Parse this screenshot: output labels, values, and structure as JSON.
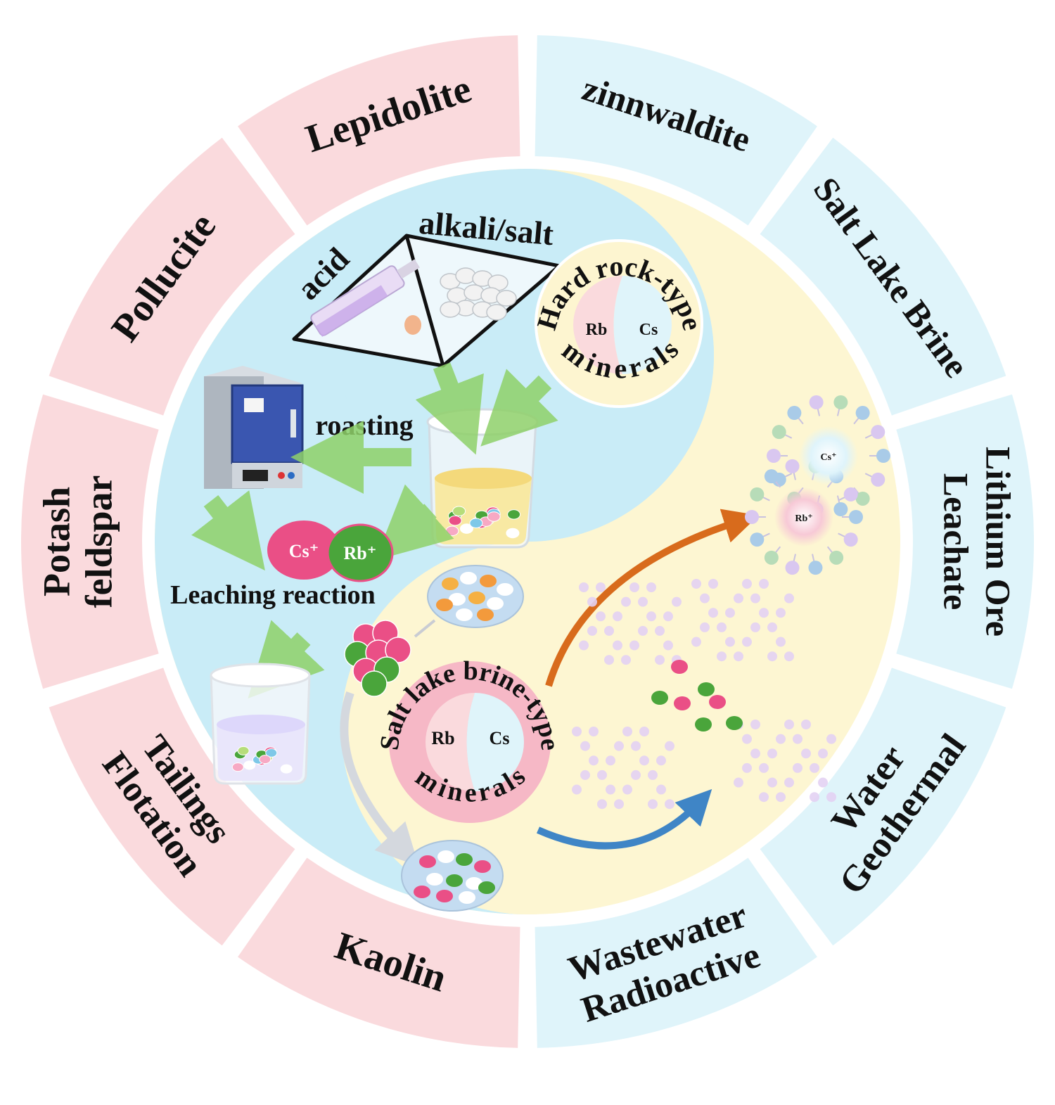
{
  "outer_ring": {
    "pink_segments": [
      "Lepidolite",
      "Pollucite",
      "Potash",
      "feldspar",
      "Flotation",
      "Tailings",
      "Kaolin"
    ],
    "blue_segments": [
      "zinnwaldite",
      "Salt Lake Brine",
      "Lithium Ore",
      "Leachate",
      "Geothermal",
      "Water",
      "Radioactive",
      "Wastewater"
    ]
  },
  "hard_rock": {
    "reagent_left": "acid",
    "reagent_right": "alkali/salt",
    "badge_title": "Hard rock-type",
    "badge_subtitle": "minerals",
    "badge_left": "Rb",
    "badge_right": "Cs",
    "oven_step": "roasting",
    "ion_cs": "Cs⁺",
    "ion_rb": "Rb⁺",
    "leach_label": "Leaching reaction"
  },
  "brine": {
    "badge_title": "Salt lake brine-type",
    "badge_subtitle": "minerals",
    "badge_left": "Rb",
    "badge_right": "Cs",
    "complex_cs": "Cs⁺",
    "complex_rb": "Rb⁺"
  },
  "colors": {
    "pink": "#fadadd",
    "blue": "#dff4fa",
    "inner_blue": "#c9ecf7",
    "inner_yellow": "#fdf6d2",
    "arrow_green": "#8fd16a",
    "arrow_orange": "#d86b1c",
    "arrow_blue": "#3f85c6",
    "ion_pink": "#ea4f86",
    "ion_green": "#4aa53b"
  }
}
